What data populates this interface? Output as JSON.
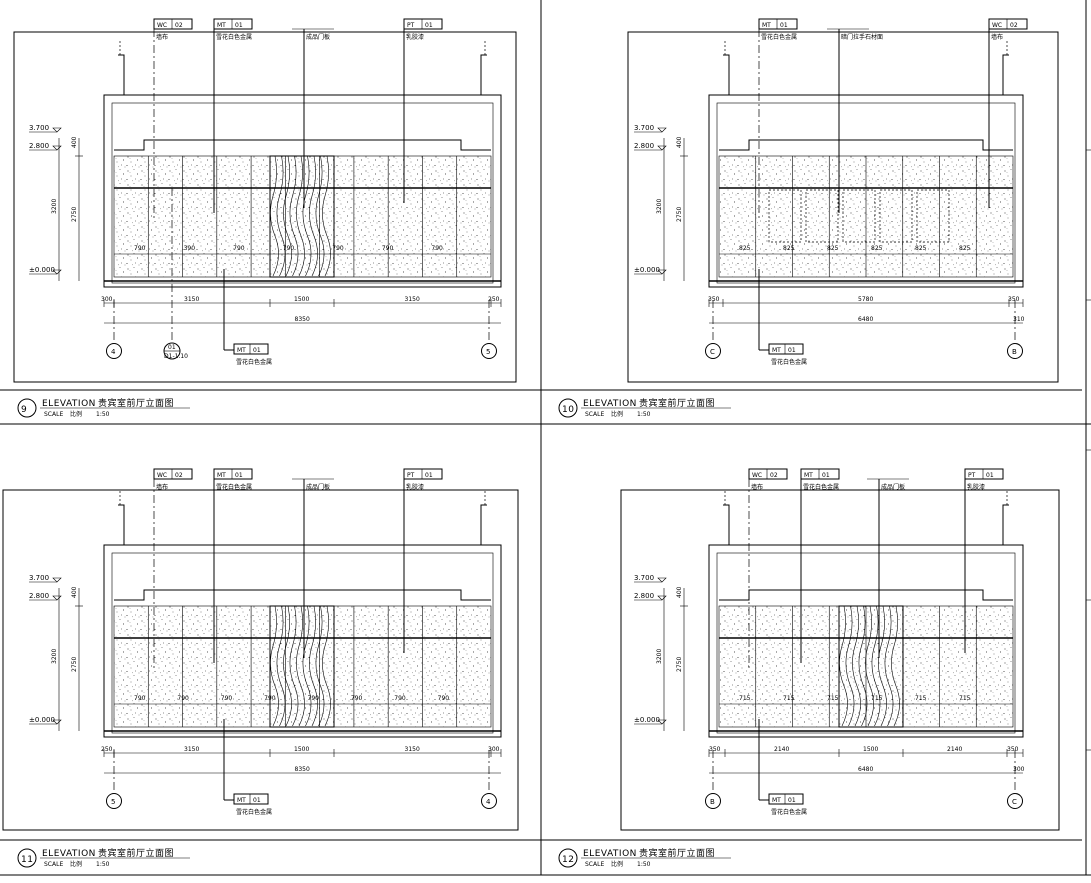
{
  "drawings": [
    {
      "number": "9",
      "heading": "ELEVATION",
      "subtitle": "贵宾室前厅立面图",
      "scale_label": "SCALE",
      "scale_word": "比例",
      "scale": "1:50",
      "tags": [
        {
          "code": "WC",
          "num": "02",
          "note": "墙布"
        },
        {
          "code": "MT",
          "num": "01",
          "note": "雪花白色金属"
        },
        {
          "code": "",
          "num": "",
          "note": "成品门板"
        },
        {
          "code": "PT",
          "num": "01",
          "note": "乳胶漆"
        }
      ],
      "bottom_tag": {
        "code": "MT",
        "num": "01",
        "note": "雪花白色金属"
      },
      "levels": [
        "3.700",
        "2.800",
        "±0.000"
      ],
      "vdims": [
        "400",
        "2750",
        "3200"
      ],
      "hdims": [
        "300",
        "3150",
        "1500",
        "3150",
        "250"
      ],
      "total": "8350",
      "grid_left": "4",
      "grid_right": "5",
      "section": {
        "top": "01",
        "bottom": "D1-1.10"
      },
      "panel_dims": [
        "790",
        "390",
        "790",
        "790",
        "790",
        "790",
        "790"
      ]
    },
    {
      "number": "10",
      "heading": "ELEVATION",
      "subtitle": "贵宾室前厅立面图",
      "scale_label": "SCALE",
      "scale_word": "比例",
      "scale": "1:50",
      "tags": [
        {
          "code": "MT",
          "num": "01",
          "note": "雪花白色金属"
        },
        {
          "code": "",
          "num": "",
          "note": "暗门拉手石材面"
        },
        {
          "code": "WC",
          "num": "02",
          "note": "墙布"
        }
      ],
      "bottom_tag": {
        "code": "MT",
        "num": "01",
        "note": "雪花白色金属"
      },
      "levels": [
        "3.700",
        "2.800",
        "±0.000"
      ],
      "vdims": [
        "400",
        "2750",
        "3200"
      ],
      "hdims": [
        "350",
        "5780",
        "350"
      ],
      "total": "6480",
      "total_side": "310",
      "grid_left": "C",
      "grid_right": "B",
      "panel_dims": [
        "825",
        "825",
        "825",
        "825",
        "825",
        "825"
      ]
    },
    {
      "number": "11",
      "heading": "ELEVATION",
      "subtitle": "贵宾室前厅立面图",
      "scale_label": "SCALE",
      "scale_word": "比例",
      "scale": "1:50",
      "tags": [
        {
          "code": "WC",
          "num": "02",
          "note": "墙布"
        },
        {
          "code": "MT",
          "num": "01",
          "note": "雪花白色金属"
        },
        {
          "code": "",
          "num": "",
          "note": "成品门板"
        },
        {
          "code": "PT",
          "num": "01",
          "note": "乳胶漆"
        }
      ],
      "bottom_tag": {
        "code": "MT",
        "num": "01",
        "note": "雪花白色金属"
      },
      "levels": [
        "3.700",
        "2.800",
        "±0.000"
      ],
      "vdims": [
        "400",
        "2750",
        "3200"
      ],
      "hdims": [
        "250",
        "3150",
        "1500",
        "3150",
        "300"
      ],
      "total": "8350",
      "grid_left": "5",
      "grid_right": "4",
      "panel_dims": [
        "790",
        "790",
        "790",
        "790",
        "790",
        "790",
        "790",
        "790"
      ]
    },
    {
      "number": "12",
      "heading": "ELEVATION",
      "subtitle": "贵宾室前厅立面图",
      "scale_label": "SCALE",
      "scale_word": "比例",
      "scale": "1:50",
      "tags": [
        {
          "code": "WC",
          "num": "02",
          "note": "墙布"
        },
        {
          "code": "MT",
          "num": "01",
          "note": "雪花白色金属"
        },
        {
          "code": "",
          "num": "",
          "note": "成品门板"
        },
        {
          "code": "PT",
          "num": "01",
          "note": "乳胶漆"
        }
      ],
      "bottom_tag": {
        "code": "MT",
        "num": "01",
        "note": "雪花白色金属"
      },
      "levels": [
        "3.700",
        "2.800",
        "±0.000"
      ],
      "vdims": [
        "400",
        "2750",
        "3200"
      ],
      "hdims": [
        "350",
        "2140",
        "1500",
        "2140",
        "350"
      ],
      "total": "6480",
      "total_side": "300",
      "grid_left": "B",
      "grid_right": "C",
      "panel_dims": [
        "715",
        "715",
        "715",
        "715",
        "715",
        "715"
      ]
    }
  ]
}
